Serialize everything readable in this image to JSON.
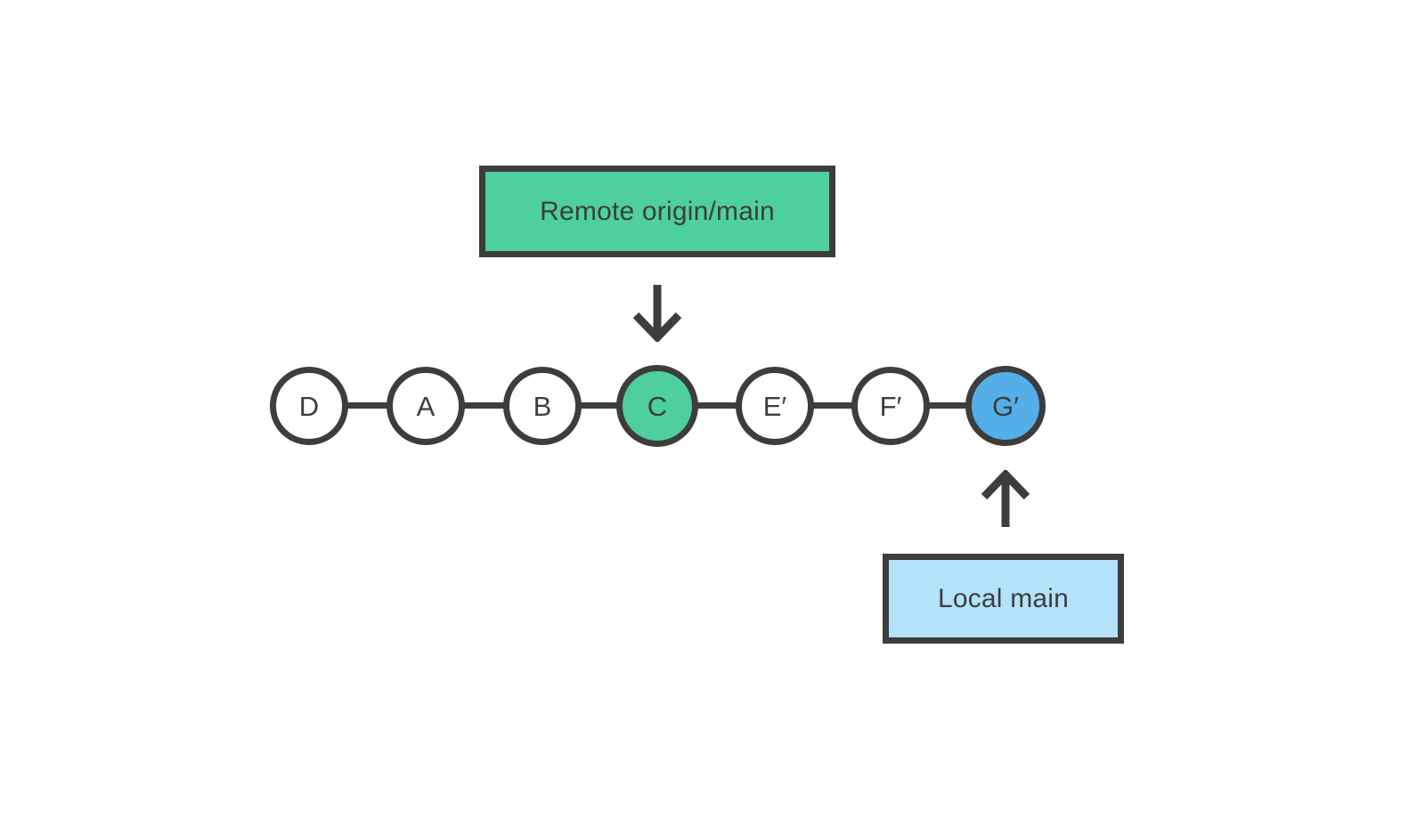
{
  "diagram": {
    "type": "git-commit-graph",
    "title_visible": false,
    "background_color": "#ffffff",
    "stroke_color": "#3d3d3d",
    "text_color": "#3d3d3d"
  },
  "labels": {
    "remote": {
      "text": "Remote origin/main",
      "fill_color": "#4ecf9e",
      "border_color": "#3d3d3d",
      "points_to": "C"
    },
    "local": {
      "text": "Local main",
      "fill_color": "#b3e2fb",
      "border_color": "#3d3d3d",
      "points_to": "G′"
    }
  },
  "commits": [
    {
      "id": "D",
      "label": "D",
      "fill_color": "#ffffff",
      "highlight": false
    },
    {
      "id": "A",
      "label": "A",
      "fill_color": "#ffffff",
      "highlight": false
    },
    {
      "id": "B",
      "label": "B",
      "fill_color": "#ffffff",
      "highlight": false
    },
    {
      "id": "C",
      "label": "C",
      "fill_color": "#4ecf9e",
      "highlight": true
    },
    {
      "id": "E-prime",
      "label": "E′",
      "fill_color": "#ffffff",
      "highlight": false
    },
    {
      "id": "F-prime",
      "label": "F′",
      "fill_color": "#ffffff",
      "highlight": false
    },
    {
      "id": "G-prime",
      "label": "G′",
      "fill_color": "#54aee8",
      "highlight": true
    }
  ],
  "arrows": {
    "remote_to_c": {
      "direction": "down",
      "icon": "arrow-down-icon"
    },
    "local_to_g": {
      "direction": "up",
      "icon": "arrow-up-icon"
    }
  }
}
